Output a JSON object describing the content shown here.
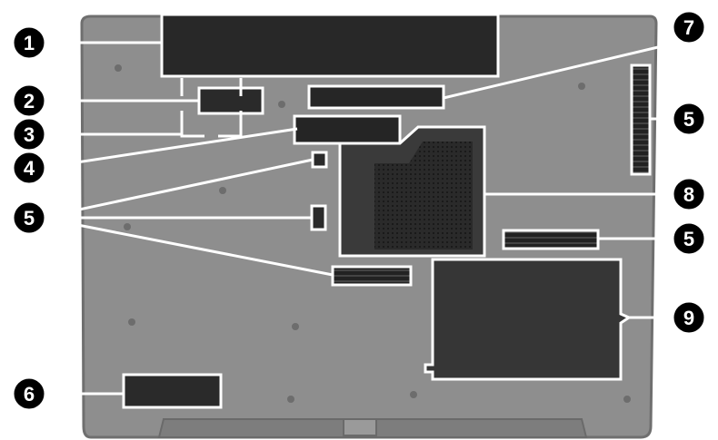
{
  "diagram": {
    "subject": "laptop-bottom-view",
    "colors": {
      "chassis": "#8e8e8e",
      "chassis_edge": "#6f6f6f",
      "component": "#2c2c2c",
      "callout_circle": "#000000",
      "callout_text": "#ffffff",
      "leader_line": "#ffffff"
    },
    "callouts": [
      {
        "id": "c1",
        "label": "1"
      },
      {
        "id": "c2",
        "label": "2"
      },
      {
        "id": "c3",
        "label": "3"
      },
      {
        "id": "c4",
        "label": "4"
      },
      {
        "id": "c5a",
        "label": "5"
      },
      {
        "id": "c5b",
        "label": "5"
      },
      {
        "id": "c5c",
        "label": "5"
      },
      {
        "id": "c6",
        "label": "6"
      },
      {
        "id": "c7",
        "label": "7"
      },
      {
        "id": "c8",
        "label": "8"
      },
      {
        "id": "c9",
        "label": "9"
      }
    ]
  }
}
